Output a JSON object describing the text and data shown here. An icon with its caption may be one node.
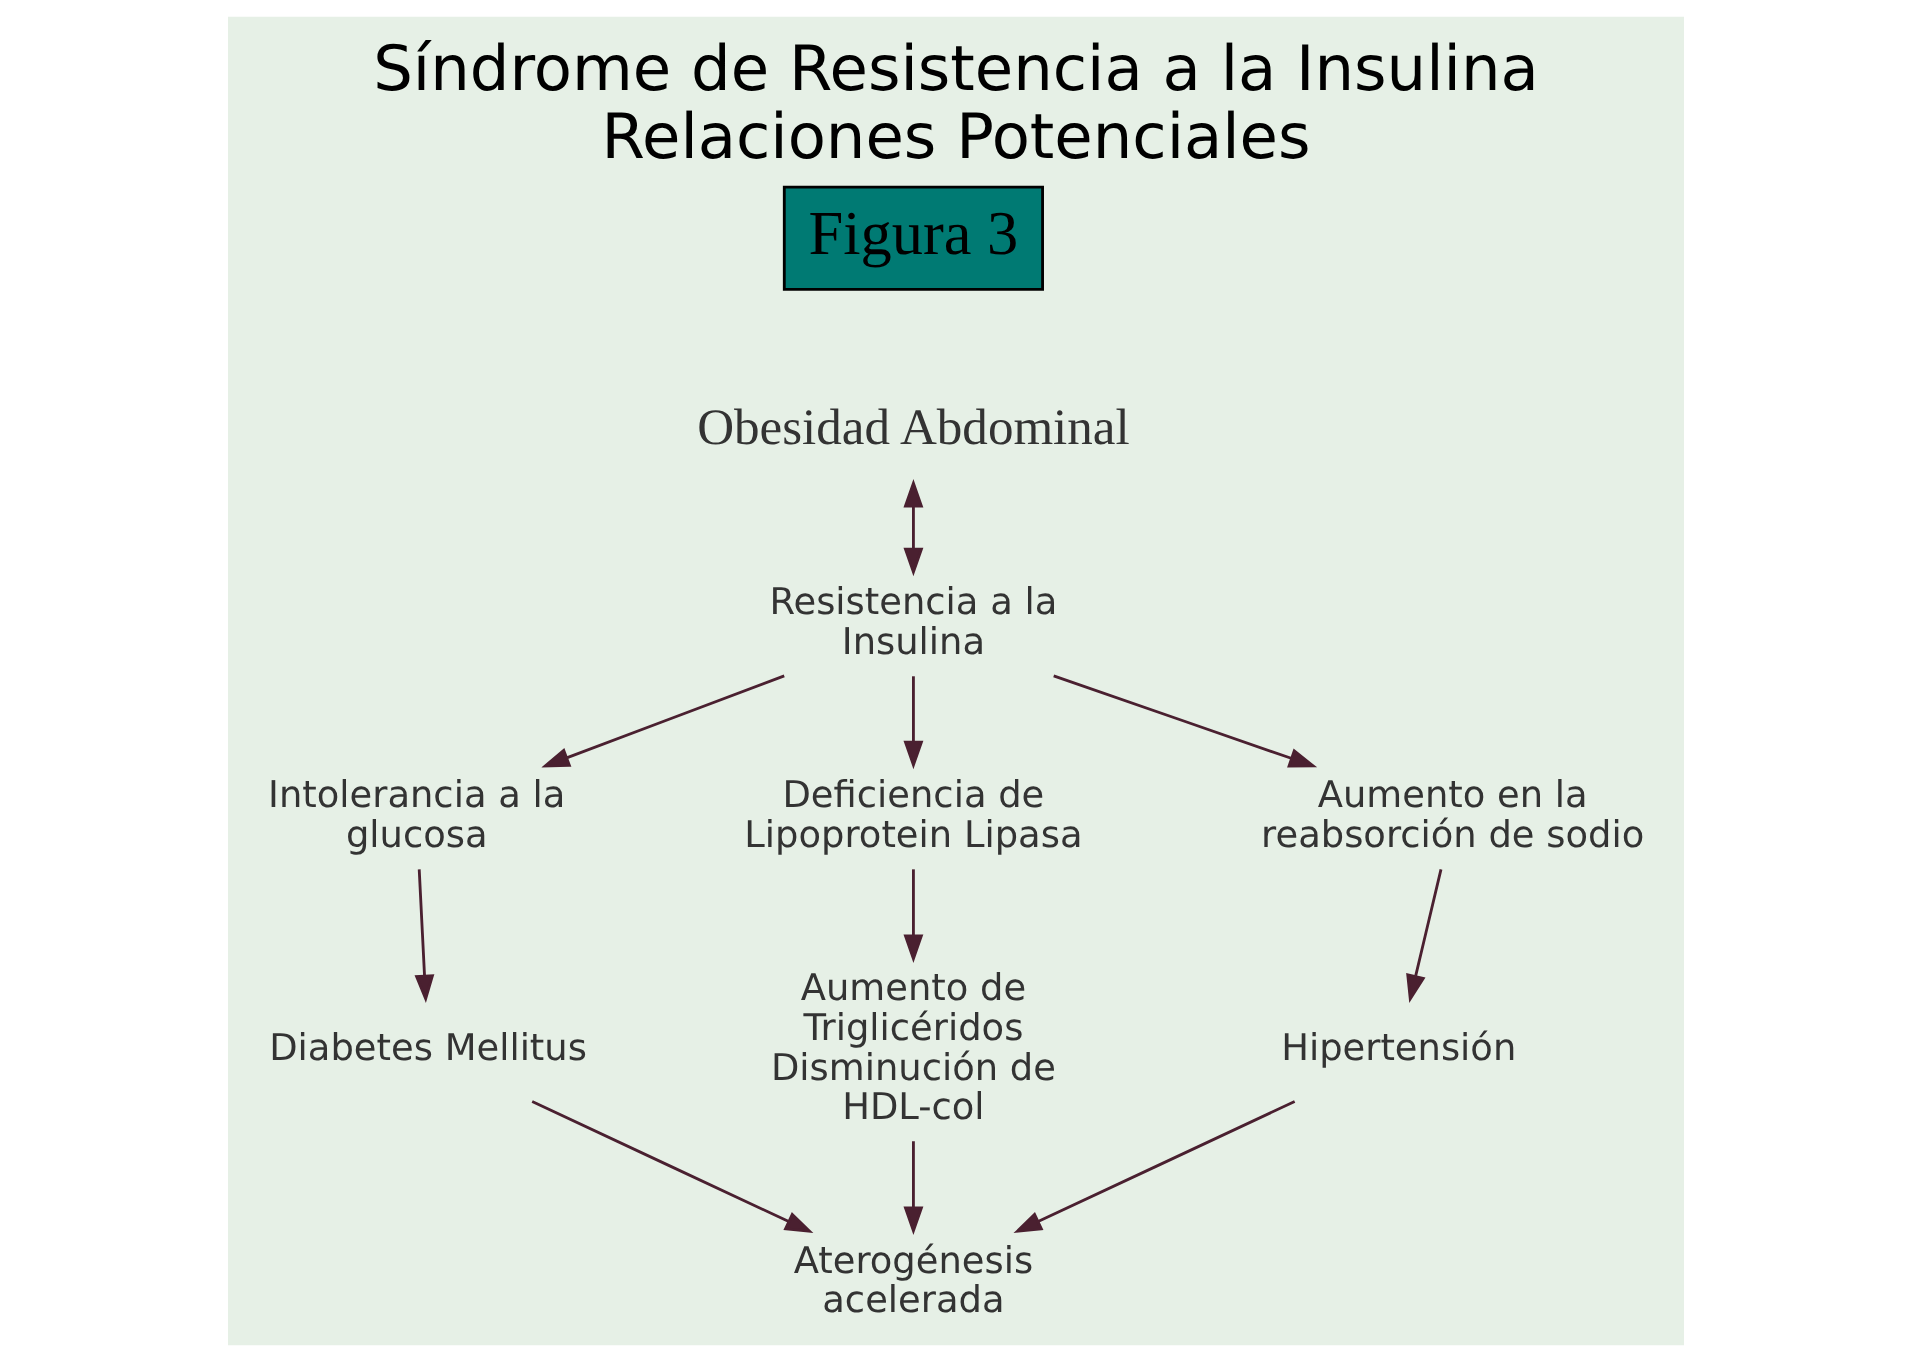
{
  "diagram": {
    "title": "Síndrome de Resistencia a la Insulina Relaciones Potenciales",
    "nodes": [
      {
        "text": [
          "Obesidad Abdominal"
        ]
      },
      {
        "text": [
          "Resistencia a la Insulina"
        ]
      },
      {
        "text": [
          "Intolerancia a la glucosa"
        ]
      },
      {
        "text": [
          "Deficiencia de Lipoprotein Lipasa"
        ]
      },
      {
        "text": [
          "Aumento en la reabsorción de sodio"
        ]
      },
      {
        "text": [
          "Diabetes Mellitus"
        ]
      },
      {
        "text": [
          "Aumento de Triglicéridos Disminución de HDL-col"
        ]
      },
      {
        "text": [
          "Hipertensión"
        ]
      },
      {
        "text": [
          "Aterogénesis acelerada"
        ]
      }
    ],
    "edges": [
      {
        "from": 0,
        "to": 1,
        "arrow": "both"
      },
      {
        "from": 1,
        "to": 2,
        "arrow": "to"
      },
      {
        "from": 1,
        "to": 3,
        "arrow": "to"
      },
      {
        "from": 1,
        "to": 4,
        "arrow": "to"
      },
      {
        "from": 2,
        "to": 5,
        "arrow": "to"
      },
      {
        "from": 3,
        "to": 6,
        "arrow": "to"
      },
      {
        "from": 4,
        "to": 7,
        "arrow": "to"
      },
      {
        "from": 5,
        "to": 8,
        "arrow": "to"
      },
      {
        "from": 6,
        "to": 8,
        "arrow": "to"
      },
      {
        "from": 7,
        "to": 8,
        "arrow": "to"
      }
    ],
    "labels": [
      "Figura 3"
    ]
  }
}
